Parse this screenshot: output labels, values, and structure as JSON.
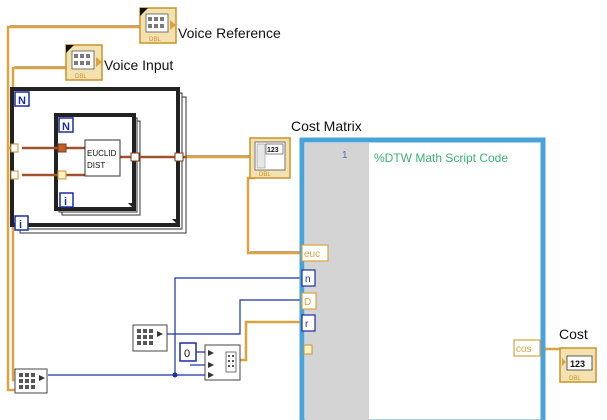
{
  "labels": {
    "voice_reference": "Voice Reference",
    "voice_input": "Voice Input",
    "cost_matrix": "Cost Matrix",
    "cost": "Cost"
  },
  "terminals": {
    "dbl": "DBL",
    "n": "N",
    "i": "i",
    "euclid_line1": "EUCLID",
    "euclid_line2": "DIST",
    "indicator_value": "123"
  },
  "script_node": {
    "line_number": "1",
    "code": "%DTW Math Script Code",
    "inputs": [
      "euc",
      "n",
      "D",
      "r"
    ],
    "output": "cos"
  },
  "constant_zero": "0",
  "colors": {
    "wire_orange": "#d9a441",
    "wire_blue": "#1a2fa0",
    "script_border": "#4aa3d8",
    "script_gutter": "#d4d4d4",
    "code_green": "#3cb371",
    "terminal_border": "#c9932c"
  }
}
